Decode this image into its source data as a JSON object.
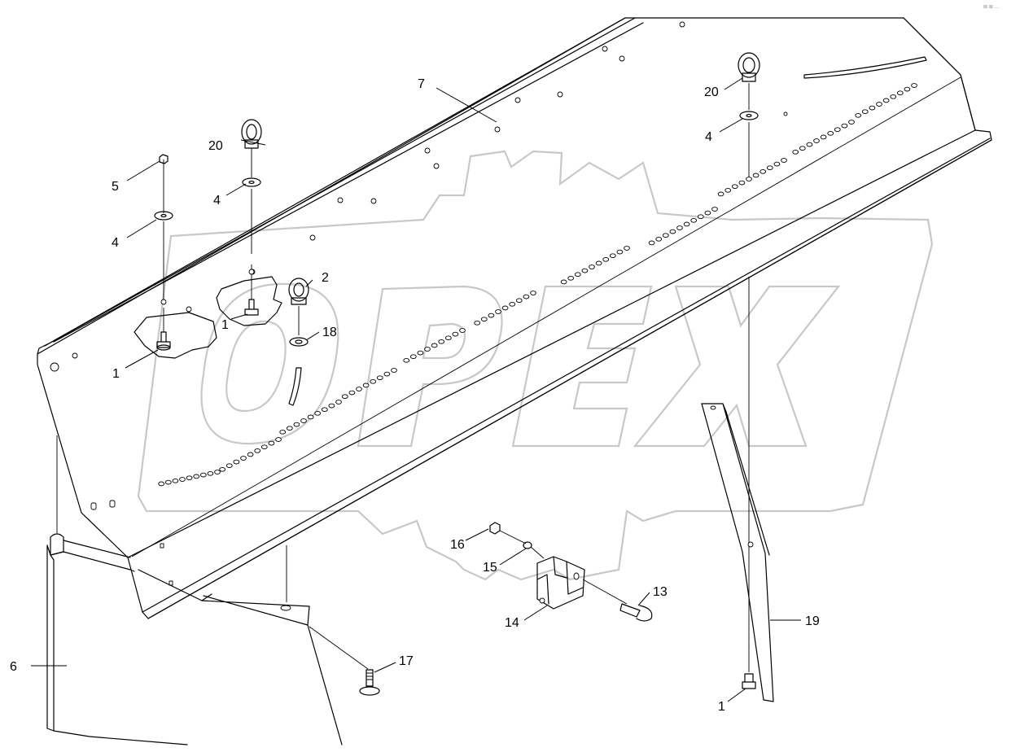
{
  "watermark": {
    "text": "OPEX",
    "color": "#c8c8c8"
  },
  "corner_mark": "⊠ ⊠ ....",
  "callouts": [
    {
      "id": "callout-20-left",
      "text": "20"
    },
    {
      "id": "callout-20-right",
      "text": "20"
    },
    {
      "id": "callout-7",
      "text": "7"
    },
    {
      "id": "callout-5",
      "text": "5"
    },
    {
      "id": "callout-4-a",
      "text": "4"
    },
    {
      "id": "callout-4-b",
      "text": "4"
    },
    {
      "id": "callout-4-c",
      "text": "4"
    },
    {
      "id": "callout-2",
      "text": "2"
    },
    {
      "id": "callout-18",
      "text": "18"
    },
    {
      "id": "callout-1-a",
      "text": "1"
    },
    {
      "id": "callout-1-b",
      "text": "1"
    },
    {
      "id": "callout-1-c",
      "text": "1"
    },
    {
      "id": "callout-6",
      "text": "6"
    },
    {
      "id": "callout-16",
      "text": "16"
    },
    {
      "id": "callout-15",
      "text": "15"
    },
    {
      "id": "callout-14",
      "text": "14"
    },
    {
      "id": "callout-13",
      "text": "13"
    },
    {
      "id": "callout-17",
      "text": "17"
    },
    {
      "id": "callout-19",
      "text": "19"
    }
  ]
}
